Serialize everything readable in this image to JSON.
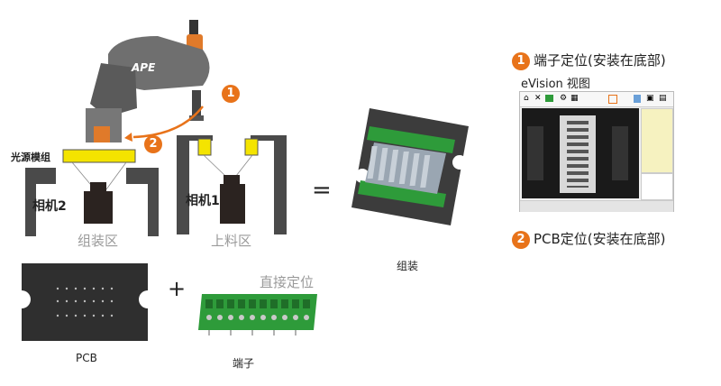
{
  "robot": {
    "brand": "APE"
  },
  "light_module_label": "光源模组",
  "assembly_station": {
    "camera_label": "相机2",
    "zone_label": "组装区"
  },
  "loading_station": {
    "camera_label": "相机1",
    "zone_label": "上料区"
  },
  "equals_sign": "=",
  "plus_sign": "+",
  "assembled_label": "组装",
  "pcb_label": "PCB",
  "terminal_label": "端子",
  "direct_positioning_label": "直接定位",
  "step1": {
    "number": "1",
    "text": "端子定位(安装在底部)"
  },
  "step2": {
    "number": "2",
    "text": "PCB定位(安装在底部)"
  },
  "evision": {
    "title": "eVision 视图"
  },
  "colors": {
    "accent": "#e8731a",
    "highlight": "#f4e400",
    "terminal_green": "#2e9b3a",
    "panel_gray": "#4a4a4a"
  }
}
